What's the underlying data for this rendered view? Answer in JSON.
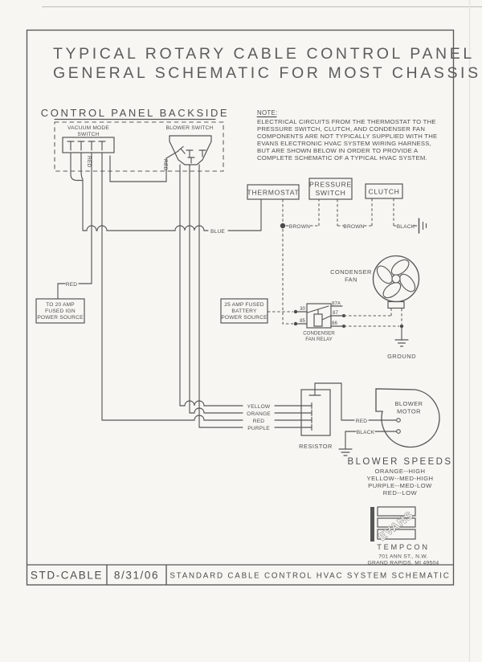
{
  "colors": {
    "line": "#575757",
    "text": "#4f4f4f",
    "paper": "#f7f6f2"
  },
  "title": {
    "line1": "TYPICAL ROTARY CABLE CONTROL PANEL",
    "line2": "GENERAL SCHEMATIC FOR MOST CHASSIS"
  },
  "control_panel": {
    "heading": "CONTROL PANEL BACKSIDE",
    "vacuum_switch": {
      "label1": "VACUUM MODE",
      "label2": "SWITCH"
    },
    "blower_switch": {
      "label": "BLOWER SWITCH"
    },
    "red_label_vacuum": "RED",
    "red_label_blower": "RED"
  },
  "note": {
    "heading": "NOTE:",
    "lines": [
      "ELECTRICAL CIRCUITS FROM THE THERMOSTAT TO THE",
      "PRESSURE SWITCH, CLUTCH, AND CONDENSER FAN",
      "COMPONENTS ARE NOT TYPICALLY SUPPLIED WITH THE",
      "EVANS ELECTRONIC HVAC SYSTEM WIRING HARNESS,",
      "BUT ARE SHOWN BELOW IN ORDER TO PROVIDE A",
      "COMPLETE SCHEMATIC OF A TYPICAL HVAC SYSTEM."
    ]
  },
  "components": {
    "thermostat": "THERMOSTAT",
    "pressure_switch": {
      "line1": "PRESSURE",
      "line2": "SWITCH"
    },
    "clutch": "CLUTCH",
    "condenser_fan": {
      "line1": "CONDENSER",
      "line2": "FAN"
    },
    "relay": {
      "caption1": "CONDENSER",
      "caption2": "FAN RELAY",
      "pin30": "30",
      "pin85": "85",
      "pin87a": "87A",
      "pin87": "87",
      "pin86": "86"
    },
    "resistor": "RESISTOR",
    "blower_motor": {
      "line1": "BLOWER",
      "line2": "MOTOR"
    },
    "ground": "GROUND"
  },
  "power": {
    "ign": {
      "line1": "TO 20 AMP",
      "line2": "FUSED IGN",
      "line3": "POWER SOURCE"
    },
    "battery": {
      "line1": "25 AMP FUSED",
      "line2": "BATTERY",
      "line3": "POWER SOURCE"
    },
    "ign_wire": "RED"
  },
  "wires": {
    "blue": "BLUE",
    "brown1": "BROWN",
    "brown2": "BROWN",
    "black_clutch": "BLACK",
    "yellow": "YELLOW",
    "orange": "ORANGE",
    "red_resistor": "RED",
    "purple": "PURPLE",
    "red_motor": "RED",
    "black_motor": "BLACK"
  },
  "blower_speeds": {
    "heading": "BLOWER SPEEDS",
    "items": [
      "ORANGE--HIGH",
      "YELLOW--MED-HIGH",
      "PURPLE--MED-LOW",
      "RED--LOW"
    ]
  },
  "logo": {
    "brand": "EVANS",
    "company": "TEMPCON",
    "address1": "701 ANN ST., N.W.",
    "address2": "GRAND RAPIDS, MI 49504"
  },
  "title_block": {
    "code": "STD-CABLE",
    "date": "8/31/06",
    "description": "STANDARD CABLE CONTROL HVAC SYSTEM SCHEMATIC"
  }
}
